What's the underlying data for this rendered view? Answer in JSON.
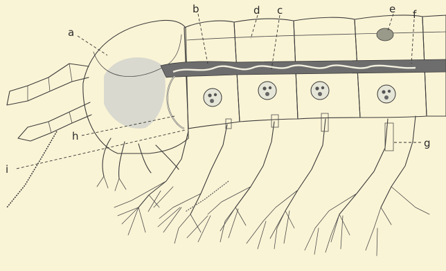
{
  "labels": {
    "a": "a",
    "b": "b",
    "c": "c",
    "d": "d",
    "e": "e",
    "f": "f",
    "g": "g",
    "h": "h",
    "i": "i"
  },
  "colors": {
    "paper": "#faf4d6",
    "ink": "#3a3a3a",
    "gut": "#6e6e6e",
    "body_tint": "#e9e6d0",
    "head_shade": "#dcdcd0"
  }
}
